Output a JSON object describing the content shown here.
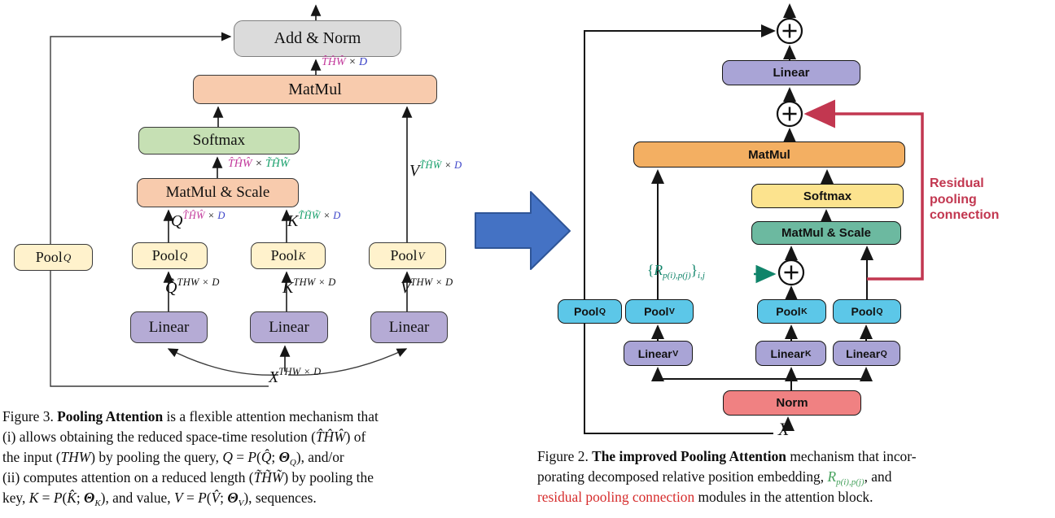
{
  "colors": {
    "box_gray": "#DBDBDB",
    "box_peach": "#F8CBAD",
    "box_green": "#C6E0B4",
    "box_yellow_left": "#FFF2CC",
    "box_purple_left": "#B5ABD5",
    "box_purple_right": "#A9A4D6",
    "box_orange_right": "#F3AF62",
    "box_yellow_right": "#FCE38E",
    "box_teal_right": "#6CB9A0",
    "box_cyan_right": "#5CC7E8",
    "box_pink_right": "#F08182",
    "residual_red": "#C23750",
    "relpos_green": "#10846A",
    "dim_magenta": "#C2399B",
    "dim_green": "#18A06C",
    "dim_blue": "#3B43C8",
    "big_arrow_fill": "#4472C4",
    "big_arrow_border": "#2F5597",
    "caption_red": "#D62C2C",
    "caption_green": "#45A15C"
  },
  "figure3": {
    "boxes": {
      "add_norm": "Add & Norm",
      "matmul": "MatMul",
      "softmax": "Softmax",
      "matmul_scale": "MatMul & Scale",
      "pool_base": "Pool",
      "sub_q": "Q",
      "sub_k": "K",
      "sub_v": "V",
      "linear": "Linear"
    },
    "annotations": {
      "out_dim": [
        {
          "t": "T̂ĤŴ",
          "c": "mag"
        },
        {
          "t": " × ",
          "c": ""
        },
        {
          "t": "D",
          "c": "blue"
        }
      ],
      "attn_dim": [
        {
          "t": "T̂ĤŴ",
          "c": "mag"
        },
        {
          "t": " × ",
          "c": ""
        },
        {
          "t": "T̃H̃W̃",
          "c": "grn"
        }
      ],
      "q": [
        {
          "t": "Q",
          "c": "v"
        },
        {
          "t": "T̂ĤŴ",
          "c": "s mag"
        },
        {
          "t": " × ",
          "c": "s"
        },
        {
          "t": "D",
          "c": "s blue"
        }
      ],
      "k": [
        {
          "t": "K",
          "c": "v"
        },
        {
          "t": "T̃H̃W̃",
          "c": "s grn"
        },
        {
          "t": " × ",
          "c": "s"
        },
        {
          "t": "D",
          "c": "s blue"
        }
      ],
      "v": [
        {
          "t": "V",
          "c": "v"
        },
        {
          "t": "T̃H̃W̃",
          "c": "s grn"
        },
        {
          "t": " × ",
          "c": "s"
        },
        {
          "t": "D",
          "c": "s blue"
        }
      ],
      "q_hat": [
        {
          "t": "Q̂",
          "c": "v"
        },
        {
          "t": "THW × D",
          "c": "s"
        }
      ],
      "k_hat": [
        {
          "t": "K̂",
          "c": "v"
        },
        {
          "t": "THW × D",
          "c": "s"
        }
      ],
      "v_hat": [
        {
          "t": "V̂",
          "c": "v"
        },
        {
          "t": "THW × D",
          "c": "s"
        }
      ],
      "x": [
        {
          "t": "X",
          "c": "v"
        },
        {
          "t": "THW × D",
          "c": "s"
        }
      ]
    },
    "caption": [
      [
        {
          "t": "Figure 3. ",
          "c": ""
        },
        {
          "t": "Pooling Attention",
          "c": "b"
        },
        {
          "t": " is a flexible attention mechanism that",
          "c": ""
        }
      ],
      [
        {
          "t": "(i) allows obtaining the reduced space-time resolution (",
          "c": ""
        },
        {
          "t": "T̂ĤŴ",
          "c": "i"
        },
        {
          "t": ") of",
          "c": ""
        }
      ],
      [
        {
          "t": "the input (",
          "c": ""
        },
        {
          "t": "THW",
          "c": "i"
        },
        {
          "t": ") by pooling the query, ",
          "c": ""
        },
        {
          "t": "Q",
          "c": "i"
        },
        {
          "t": " = ",
          "c": ""
        },
        {
          "t": "P",
          "c": "i"
        },
        {
          "t": "(",
          "c": ""
        },
        {
          "t": "Q̂",
          "c": "i"
        },
        {
          "t": "; ",
          "c": ""
        },
        {
          "t": "Θ",
          "c": "bi"
        },
        {
          "t": "Q",
          "c": "sub i"
        },
        {
          "t": "), and/or",
          "c": ""
        }
      ],
      [
        {
          "t": "(ii) computes attention on a reduced length (",
          "c": ""
        },
        {
          "t": "T̃H̃W̃",
          "c": "i"
        },
        {
          "t": ") by pooling the",
          "c": ""
        }
      ],
      [
        {
          "t": "key, ",
          "c": ""
        },
        {
          "t": "K",
          "c": "i"
        },
        {
          "t": " = ",
          "c": ""
        },
        {
          "t": "P",
          "c": "i"
        },
        {
          "t": "(",
          "c": ""
        },
        {
          "t": "K̂",
          "c": "i"
        },
        {
          "t": "; ",
          "c": ""
        },
        {
          "t": "Θ",
          "c": "bi"
        },
        {
          "t": "K",
          "c": "sub i"
        },
        {
          "t": "), and value, ",
          "c": ""
        },
        {
          "t": "V",
          "c": "i"
        },
        {
          "t": " = ",
          "c": ""
        },
        {
          "t": "P",
          "c": "i"
        },
        {
          "t": "(",
          "c": ""
        },
        {
          "t": "V̂",
          "c": "i"
        },
        {
          "t": "; ",
          "c": ""
        },
        {
          "t": "Θ",
          "c": "bi"
        },
        {
          "t": "V",
          "c": "sub i"
        },
        {
          "t": "), sequences.",
          "c": ""
        }
      ]
    ]
  },
  "figure2": {
    "boxes": {
      "linear": "Linear",
      "matmul": "MatMul",
      "softmax": "Softmax",
      "matmul_scale": "MatMul & Scale",
      "norm": "Norm",
      "pool_base": "Pool",
      "linear_base": "Linear",
      "sub_q": "Q",
      "sub_k": "K",
      "sub_v": "V",
      "x": "X"
    },
    "labels": {
      "rel_pos": [
        {
          "t": "{",
          "c": ""
        },
        {
          "t": "R",
          "c": "i"
        },
        {
          "t": "p(i),p(j)",
          "c": "sub i"
        },
        {
          "t": "}",
          "c": ""
        },
        {
          "t": "i,j",
          "c": "sub i"
        }
      ],
      "residual_line1": "Residual",
      "residual_line2": "pooling",
      "residual_line3": "connection"
    },
    "caption": [
      [
        {
          "t": "Figure 2. ",
          "c": ""
        },
        {
          "t": "The improved Pooling Attention",
          "c": "b"
        },
        {
          "t": " mechanism that incor-",
          "c": ""
        }
      ],
      [
        {
          "t": "porating decomposed relative position embedding, ",
          "c": ""
        },
        {
          "t": "R",
          "c": "i greenc"
        },
        {
          "t": "p(i),p(j)",
          "c": "sub i greenc"
        },
        {
          "t": ", and",
          "c": ""
        }
      ],
      [
        {
          "t": "residual pooling connection",
          "c": "redc"
        },
        {
          "t": " modules in the attention block.",
          "c": ""
        }
      ]
    ]
  }
}
